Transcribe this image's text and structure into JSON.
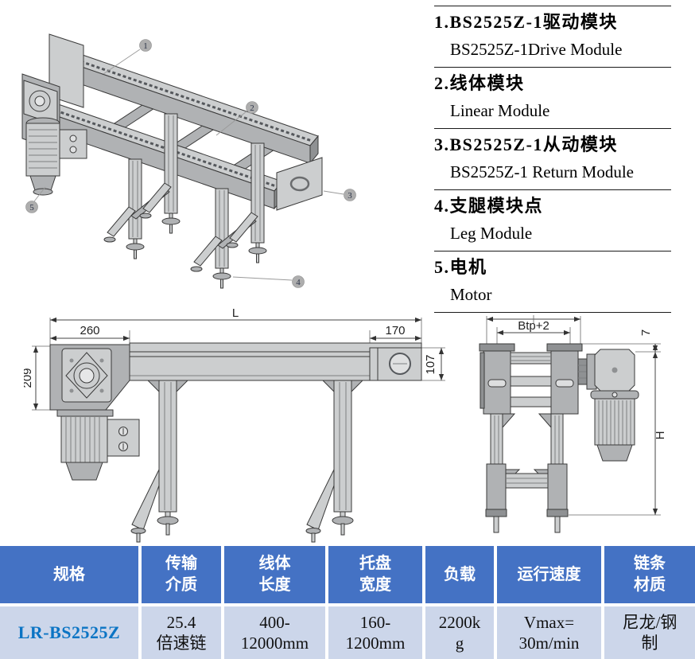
{
  "legend": {
    "items": [
      {
        "zh": "1.BS2525Z-1驱动模块",
        "en": "BS2525Z-1Drive Module"
      },
      {
        "zh": "2.线体模块",
        "en": "Linear Module"
      },
      {
        "zh": "3.BS2525Z-1从动模块",
        "en": "BS2525Z-1 Return Module"
      },
      {
        "zh": "4.支腿模块点",
        "en": "Leg Module"
      },
      {
        "zh": "5.电机",
        "en": "Motor"
      }
    ]
  },
  "callouts": {
    "c1": "1",
    "c2": "2",
    "c3": "3",
    "c4": "4",
    "c5": "5"
  },
  "dimensions": {
    "front": {
      "overall_length": "L",
      "drive_width": "260",
      "return_width": "170",
      "drive_height": "209",
      "beam_height": "107"
    },
    "end": {
      "track_width": "Btp+2",
      "top_offset": "7",
      "height": "H"
    }
  },
  "spec_table": {
    "columns": [
      {
        "label": "规格",
        "value": "LR-BS2525Z"
      },
      {
        "label": "传输\n介质",
        "value": "25.4\n倍速链"
      },
      {
        "label": "线体\n长度",
        "value": "400-\n12000mm"
      },
      {
        "label": "托盘\n宽度",
        "value": "160-\n1200mm"
      },
      {
        "label": "负载",
        "value": "2200k\ng"
      },
      {
        "label": "运行速度",
        "value": "Vmax=\n30m/min"
      },
      {
        "label": "链条\n材质",
        "value": "尼龙/钢\n制"
      }
    ]
  },
  "colors": {
    "table-header-bg": "#4472c4",
    "table-row-bg": "#ccd6ea",
    "model-text": "#0b74c4",
    "drawing-light": "#cccecf",
    "drawing-mid": "#b0b2b4",
    "drawing-dark": "#8f9193"
  }
}
